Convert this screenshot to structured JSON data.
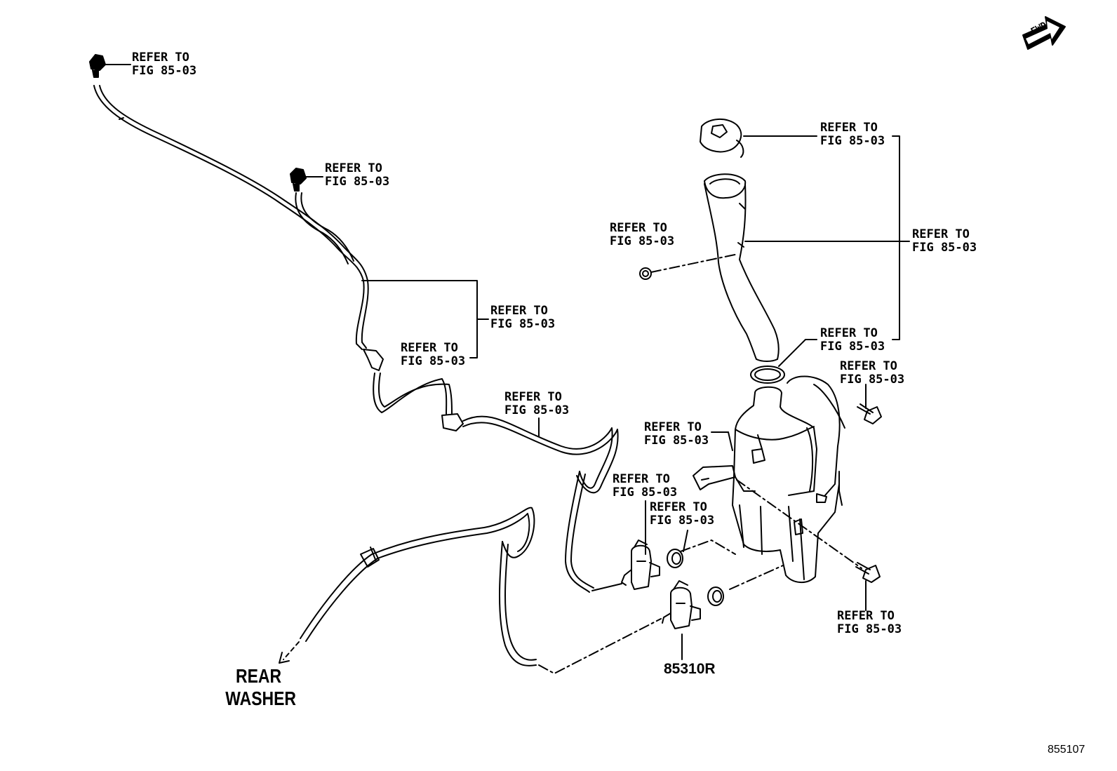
{
  "refer_line1": "REFER TO",
  "refer_line2": "FIG 85-03",
  "fwd_label": "FWD",
  "rear_washer": {
    "line1": "REAR",
    "line2": "WASHER"
  },
  "part_number": "85310R",
  "illustration_code": "855107",
  "icons": [
    "fwd-arrow-icon",
    "washer-nozzle-icon",
    "washer-tank-icon",
    "tank-cap-icon",
    "washer-pump-icon",
    "grommet-icon",
    "bolt-icon"
  ]
}
